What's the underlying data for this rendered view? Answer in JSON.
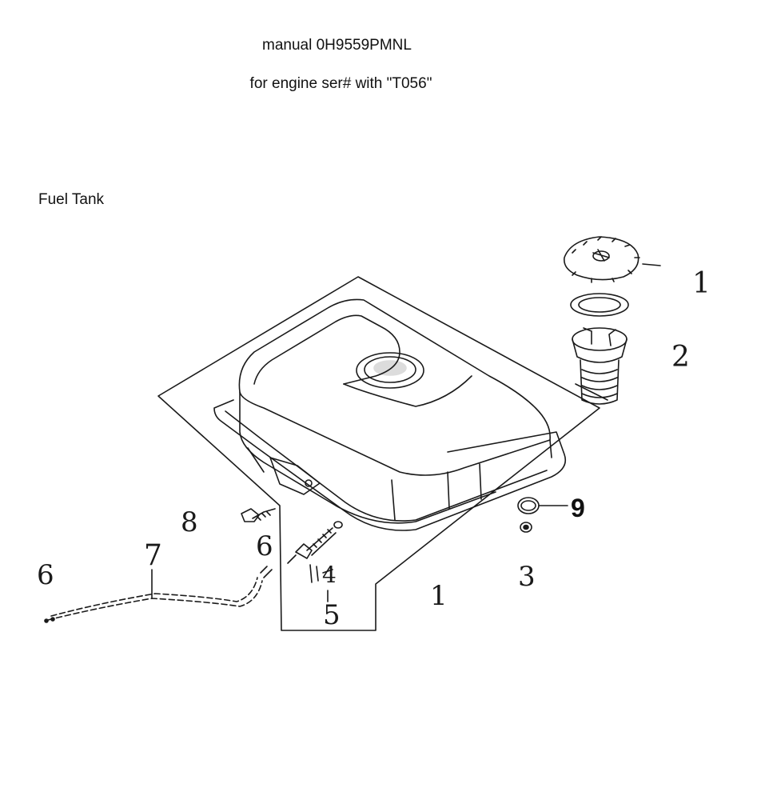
{
  "header": {
    "manual": "manual 0H9559PMNL",
    "engine": "for engine ser# with \"T056\""
  },
  "section": {
    "title": "Fuel Tank"
  },
  "diagram": {
    "callouts": {
      "cap": "1",
      "strainer": "2",
      "washer": "3",
      "valve": "4",
      "valve_nut": "5",
      "clamp_left": "6",
      "clamp_right": "6",
      "fuel_line": "7",
      "bolt": "8",
      "o_ring": "9",
      "tank": "1"
    }
  }
}
